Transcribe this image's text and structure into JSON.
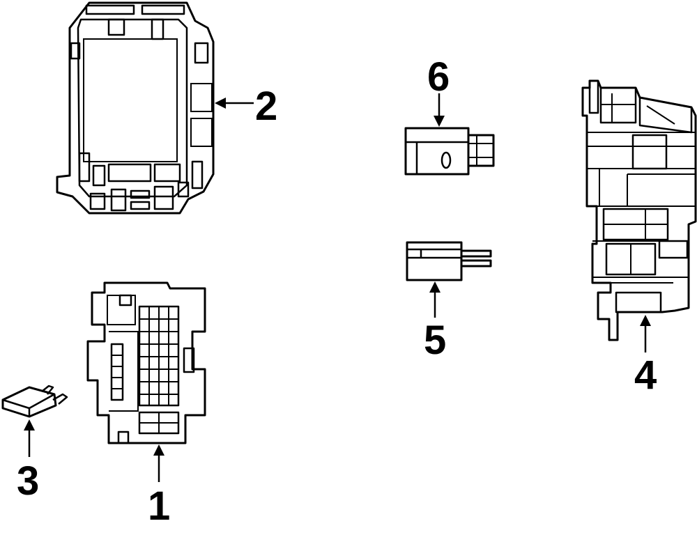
{
  "callouts": {
    "c1": "1",
    "c2": "2",
    "c3": "3",
    "c4": "4",
    "c5": "5",
    "c6": "6"
  },
  "colors": {
    "stroke": "#000000",
    "background": "#ffffff"
  }
}
